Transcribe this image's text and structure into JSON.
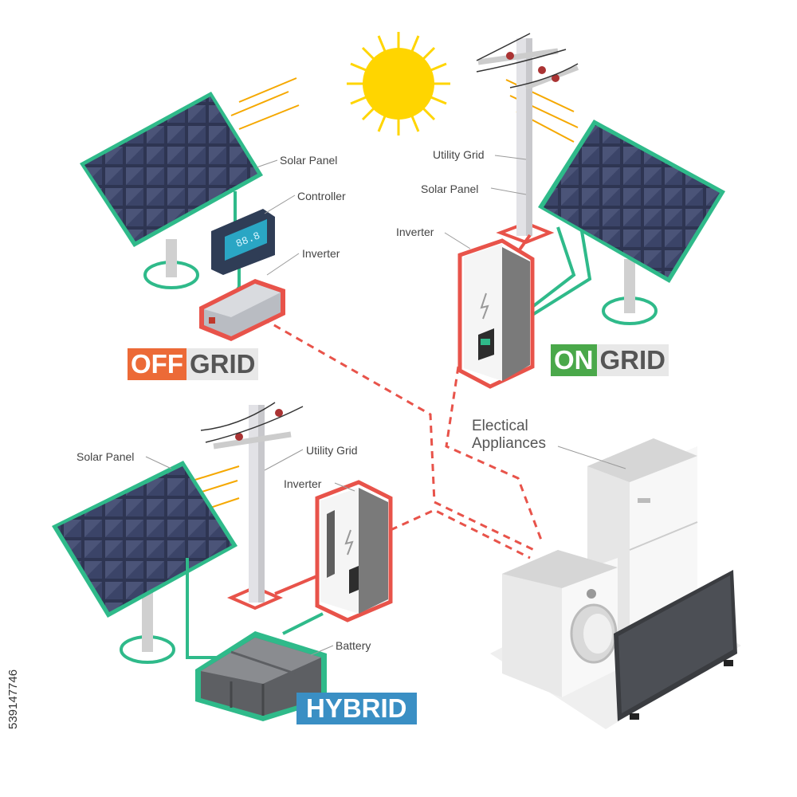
{
  "labels": {
    "offgrid_solar_panel": "Solar Panel",
    "offgrid_controller": "Controller",
    "offgrid_inverter": "Inverter",
    "ongrid_utility_grid": "Utility Grid",
    "ongrid_solar_panel": "Solar Panel",
    "ongrid_inverter": "Inverter",
    "hybrid_solar_panel": "Solar Panel",
    "hybrid_utility_grid": "Utility Grid",
    "hybrid_inverter": "Inverter",
    "hybrid_battery": "Battery",
    "appliances": "Electical Appliances"
  },
  "tags": {
    "off_part1": "OFF",
    "off_part2": "GRID",
    "on_part1": "ON",
    "on_part2": "GRID",
    "hybrid": "HYBRID"
  },
  "controller_display": "88.8",
  "stock_id": "539147746",
  "colors": {
    "offgrid": "#ec6a37",
    "ongrid": "#4aa84a",
    "hybrid": "#3a8fc4",
    "solar_frame": "#2fba8a",
    "wire_red": "#e8534a",
    "sun": "#ffd500"
  }
}
